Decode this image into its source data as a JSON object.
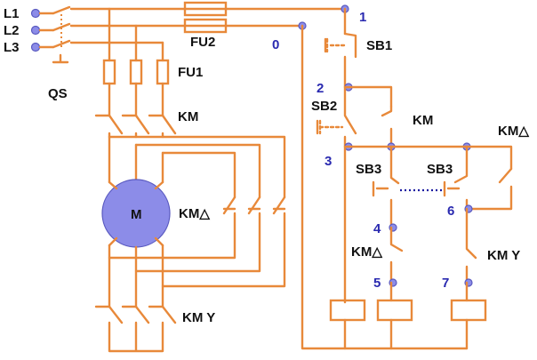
{
  "labels": {
    "l1": "L1",
    "l2": "L2",
    "l3": "L3",
    "qs": "QS",
    "fu1": "FU1",
    "fu2": "FU2",
    "km_main": "KM",
    "km_delta_main": "KM△",
    "km_y_main": "KM Y",
    "motor": "M",
    "sb1": "SB1",
    "sb2": "SB2",
    "km_aux": "KM",
    "sb3_left": "SB3",
    "sb3_right": "SB3",
    "km_delta_nc": "KM△",
    "km_delta_no": "KM△",
    "km_y_nc": "KM Y"
  },
  "nodes": {
    "n0": "0",
    "n1": "1",
    "n2": "2",
    "n3": "3",
    "n4": "4",
    "n5": "5",
    "n6": "6",
    "n7": "7"
  },
  "colors": {
    "wire": "#e8893a",
    "node": "#8c8ce8",
    "motor": "#8c8ce8",
    "label": "#111111",
    "node_number": "#2a2ab0"
  }
}
